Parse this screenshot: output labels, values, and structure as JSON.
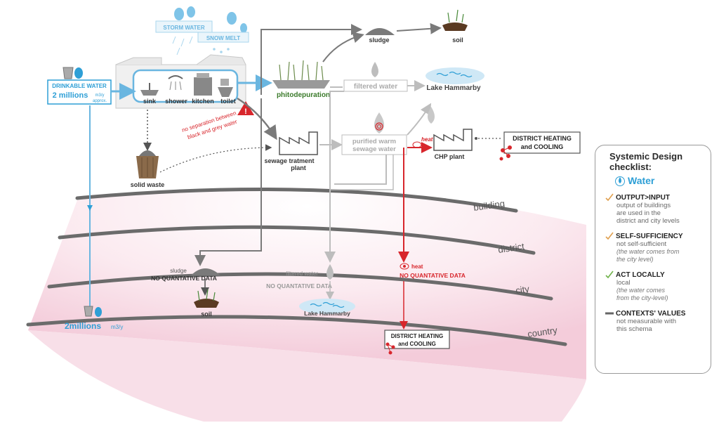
{
  "building_block": {
    "storm_water": "STORM WATER",
    "snow_melt": "SNOW MELT",
    "drinkable_water": "DRINKABLE WATER",
    "drinkable_amount": "2 millions",
    "drinkable_unit": "m3/y",
    "drinkable_approx": "approx.",
    "fixtures": [
      "sink",
      "shower",
      "kitchen",
      "toilet"
    ],
    "warning": [
      "no separation between",
      "black and grey water"
    ],
    "solid_waste": "solid waste"
  },
  "district_block": {
    "sludge": "sludge",
    "soil": "soil",
    "phitodepuration": "phitodepuration",
    "filtered_water": "filtered water",
    "lake_hammarby": "Lake Hammarby",
    "sewage_plant": [
      "sewage tratment",
      "plant"
    ],
    "purified_warm": [
      "purified warm",
      "sewage water"
    ],
    "heat": "heat",
    "chp_plant": "CHP plant",
    "district_heating": [
      "DISTRICT HEATING",
      "and COOLING"
    ]
  },
  "levels": {
    "building": "building",
    "district": "district",
    "city": "city",
    "country": "country"
  },
  "lower": {
    "sludge": "sludge",
    "no_data_1": "NO QUANTATIVE DATA",
    "soil": "soil",
    "filtered_water": "filtered water",
    "no_data_2": "NO QUANTATIVE DATA",
    "lake_hammarby": "Lake Hammarby",
    "heat": "heat",
    "no_data_3": "NO QUANTATIVE DATA",
    "district_heating": [
      "DISTRICT HEATING",
      "and COOLING"
    ],
    "city_amount": "2millions",
    "city_unit": "m3/y"
  },
  "checklist": {
    "title_line1": "Systemic Design",
    "title_line2": "checklist:",
    "water": "Water",
    "items": [
      {
        "heading": "OUTPUT>INPUT",
        "desc": [
          "output of buildings",
          "are used in the",
          "district and city levels"
        ],
        "note": [],
        "check_color": "#e0a050"
      },
      {
        "heading": "SELF-SUFFICIENCY",
        "desc": [
          "not self-sufficient"
        ],
        "note": [
          "(the water comes from",
          "the city level)"
        ],
        "check_color": "#e0a050"
      },
      {
        "heading": "ACT LOCALLY",
        "desc": [
          "local"
        ],
        "note": [
          "(the water comes",
          "from the city-level)"
        ],
        "check_color": "#6fb24a"
      },
      {
        "heading": "CONTEXTS' VALUES",
        "desc": [
          "not measurable with",
          "this schema"
        ],
        "note": [],
        "check_color": "#666666"
      }
    ]
  },
  "colors": {
    "blue": "#2e9fd6",
    "red": "#d8262c",
    "gray": "#7a7a7a",
    "light_gray": "#bdbdbd",
    "pink": "#f7dce6",
    "green_text": "#3a7a2a"
  }
}
